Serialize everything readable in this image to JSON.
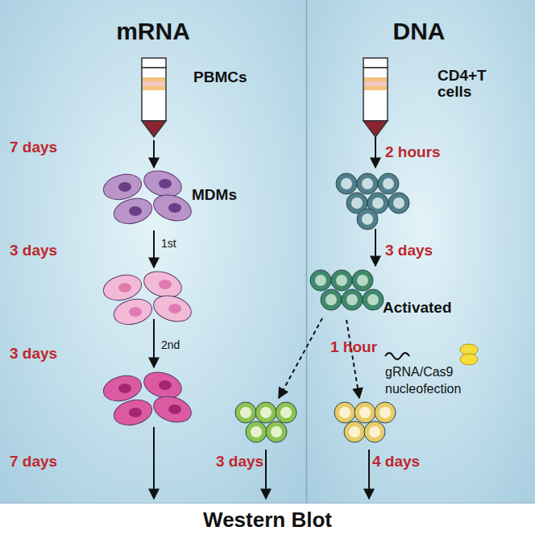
{
  "diagram": {
    "nodes": [
      {
        "text": [
          "mRNA"
        ]
      },
      {
        "text": [
          "DNA"
        ]
      },
      {
        "text": [
          "PBMCs"
        ],
        "in": 0
      },
      {
        "text": [
          "MDMs"
        ],
        "in": 0
      },
      {
        "text": [
          "CD4+T cells"
        ],
        "in": 1
      },
      {
        "text": [
          "Activated"
        ],
        "in": 1
      },
      {
        "text": [
          "Western Blot"
        ]
      }
    ],
    "edges": [
      {
        "from": 2,
        "to": 3,
        "label": "7 days",
        "arrow": "to"
      }
    ],
    "labels": [
      "3 days",
      "1st",
      "3 days",
      "2nd",
      "7 days",
      "3 days",
      "2 hours",
      "3 days",
      "1 hour",
      "gRNA/Cas9 nucleofection",
      "4 days"
    ]
  }
}
